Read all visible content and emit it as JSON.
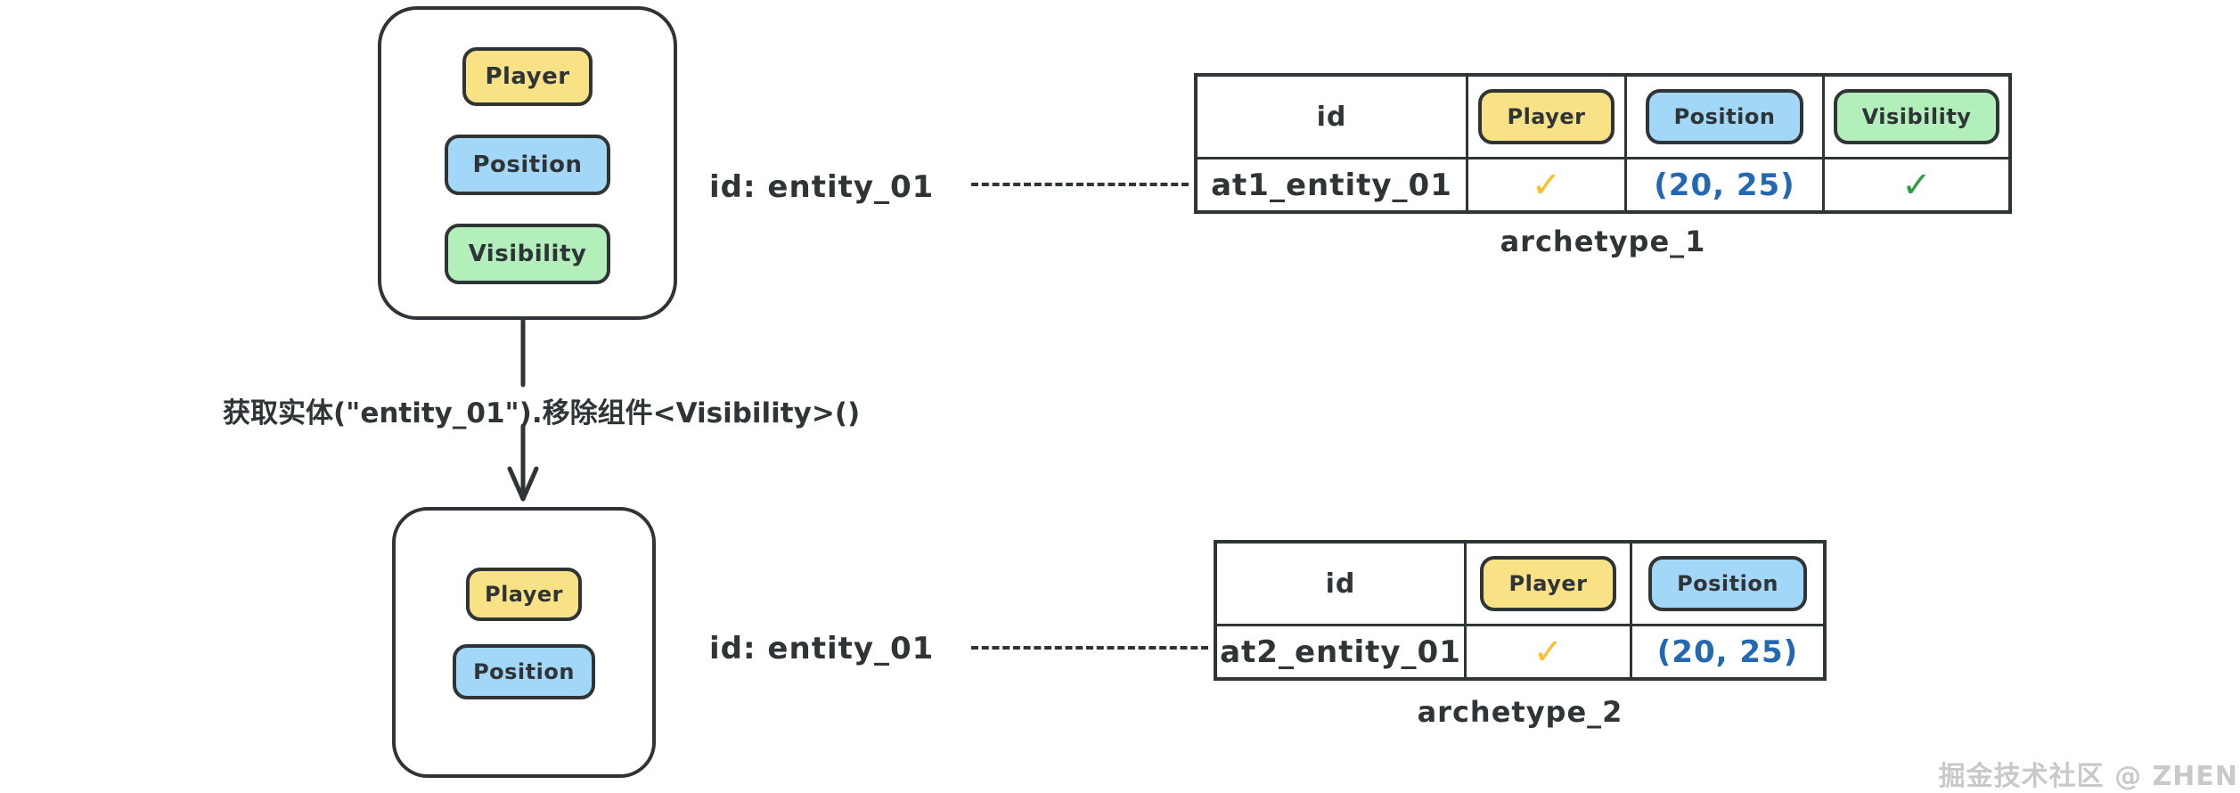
{
  "entity_before": {
    "components": {
      "player": "Player",
      "position": "Position",
      "visibility": "Visibility"
    }
  },
  "entity_after": {
    "components": {
      "player": "Player",
      "position": "Position"
    }
  },
  "transition": {
    "label": "获取实体(\"entity_01\").移除组件<Visibility>()"
  },
  "links": {
    "top": {
      "label": "id: entity_01"
    },
    "bottom": {
      "label": "id: entity_01"
    }
  },
  "archetype_1": {
    "title": "archetype_1",
    "columns": {
      "id": "id",
      "player": "Player",
      "position": "Position",
      "visibility": "Visibility"
    },
    "row": {
      "id": "at1_entity_01",
      "player": "✓",
      "position": "(20, 25)",
      "visibility": "✓"
    }
  },
  "archetype_2": {
    "title": "archetype_2",
    "columns": {
      "id": "id",
      "player": "Player",
      "position": "Position"
    },
    "row": {
      "id": "at2_entity_01",
      "player": "✓",
      "position": "(20, 25)"
    }
  },
  "watermark": "掘金技术社区 @ ZHEN",
  "colors": {
    "stroke": "#2f3437",
    "component_yellow": "#f9e286",
    "component_blue": "#a3d7f7",
    "component_green": "#b2efba",
    "check_yellow": "#fbc12d",
    "check_green": "#2f9e44",
    "value_blue": "#2268b2",
    "watermark_gray": "#c9c9c9"
  }
}
